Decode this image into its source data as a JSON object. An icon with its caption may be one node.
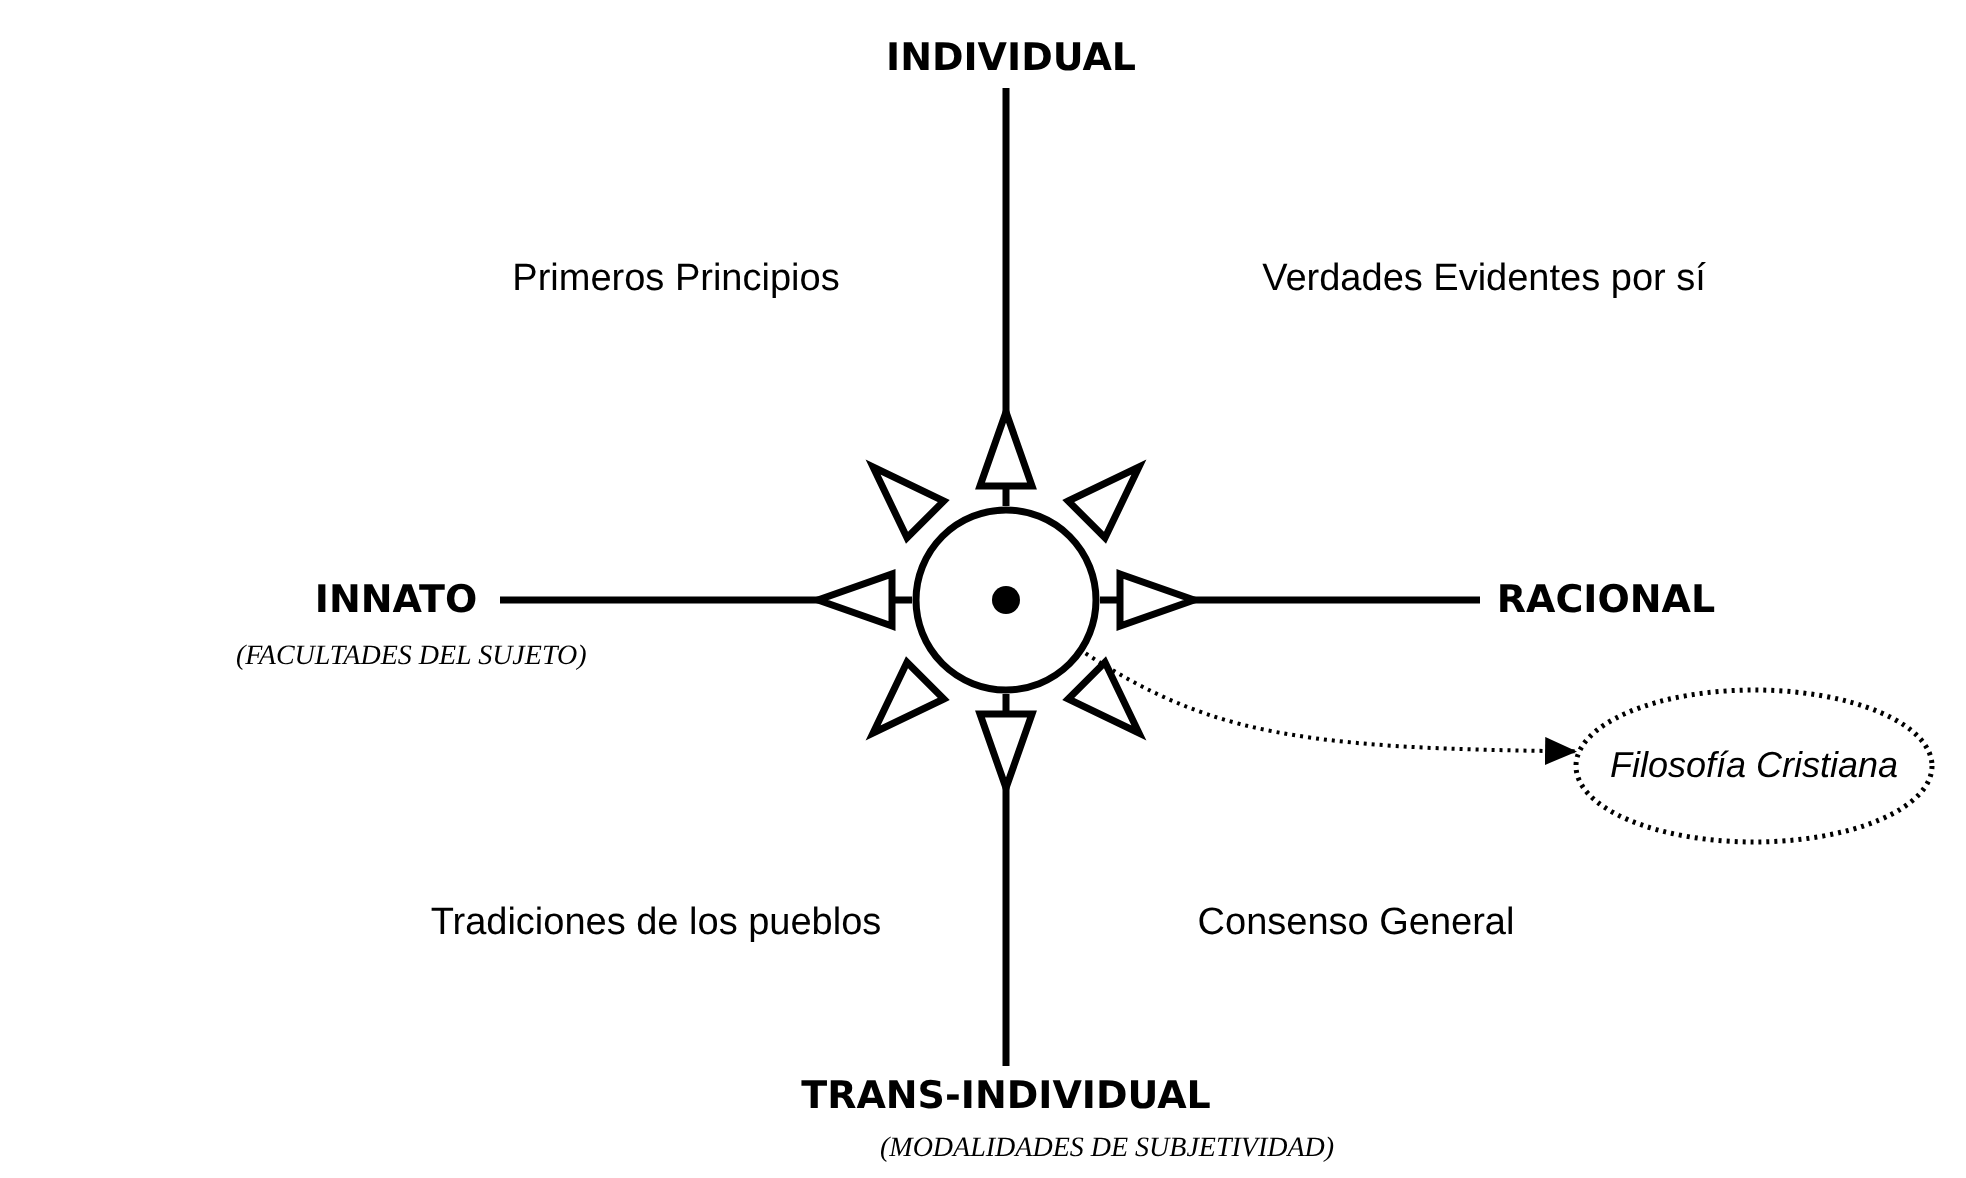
{
  "diagram": {
    "nodes": [
      {
        "text": [
          "INDIVIDUAL"
        ]
      },
      {
        "text": [
          "INNATO"
        ],
        "beside": [
          "(FACULTADES DEL SUJETO)"
        ]
      },
      {
        "text": [],
        "shape": "circle"
      },
      {
        "text": [
          "RACIONAL"
        ]
      },
      {
        "text": [
          "TRANS-INDIVIDUAL"
        ],
        "beside": [
          "(MODALIDADES DE SUBJETIVIDAD)"
        ]
      },
      {
        "text": [],
        "shape": "circle",
        "in": 2
      },
      {
        "text": [
          "Filosofía Cristiana"
        ]
      }
    ],
    "edges": [
      {
        "from": 2,
        "to": 0,
        "arrow": "none"
      },
      {
        "from": 2,
        "to": 1,
        "arrow": "none"
      },
      {
        "from": 2,
        "to": 3,
        "arrow": "none"
      },
      {
        "from": 2,
        "to": 4,
        "arrow": "none"
      },
      {
        "from": 5,
        "to": 6,
        "arrow": "to",
        "style": "dashed"
      }
    ],
    "labels": [
      "Primeros Principios",
      "Verdades Evidentes por sí",
      "Tradiciones de los pueblos",
      "Consenso General"
    ]
  }
}
